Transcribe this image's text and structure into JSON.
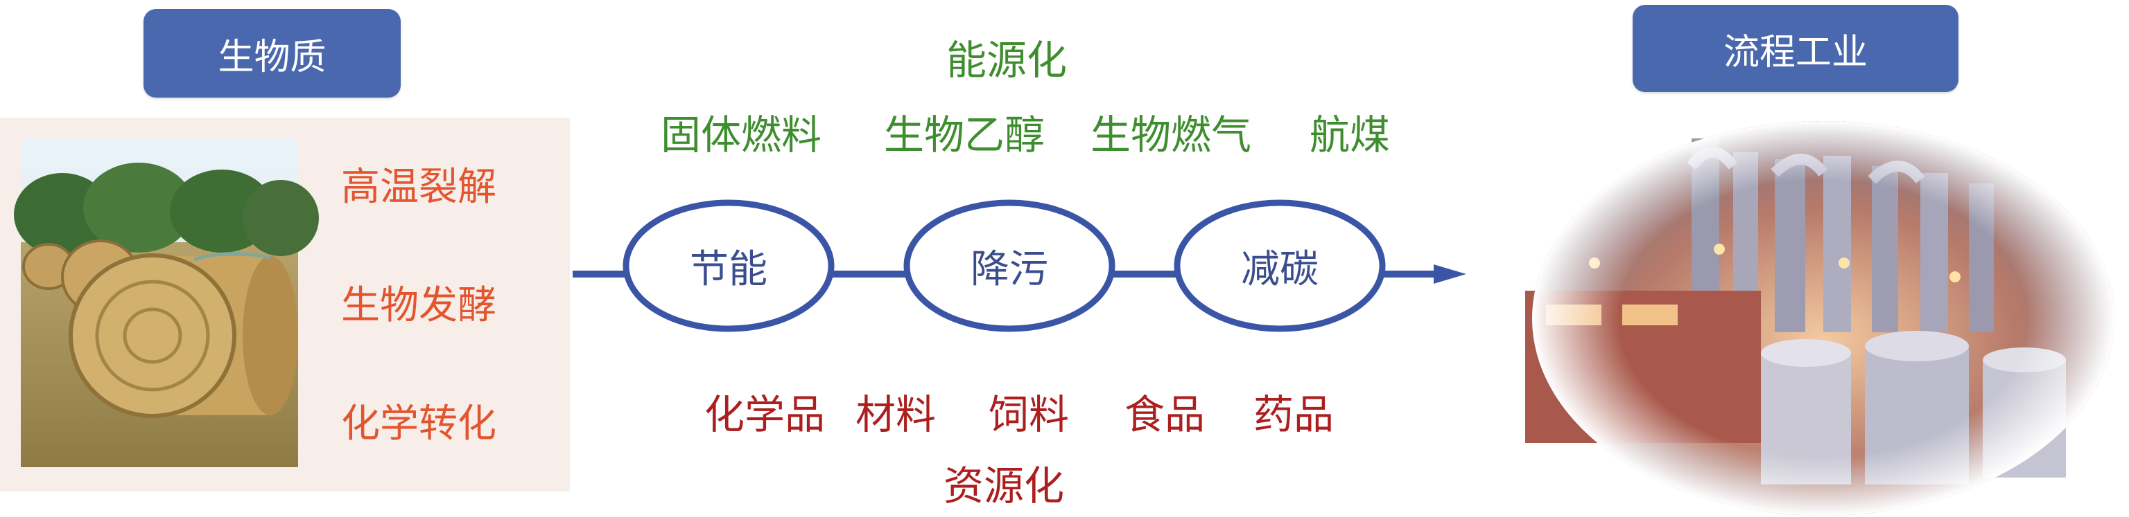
{
  "biomass": {
    "label": "生物质",
    "methods": [
      "高温裂解",
      "生物发酵",
      "化学转化"
    ]
  },
  "industry": {
    "label": "流程工业"
  },
  "energy": {
    "heading": "能源化",
    "products": [
      "固体燃料",
      "生物乙醇",
      "生物燃气",
      "航煤"
    ]
  },
  "resource": {
    "heading": "资源化",
    "products": [
      "化学品",
      "材料",
      "饲料",
      "食品",
      "药品"
    ]
  },
  "process": {
    "nodes": [
      "节能",
      "降污",
      "减碳"
    ]
  },
  "colors": {
    "badge": "#4a68ad",
    "flow_line": "#3b55a6",
    "method_text": "#e2552f",
    "energy_text": "#3e8e2f",
    "resource_text": "#ad1f1f"
  }
}
